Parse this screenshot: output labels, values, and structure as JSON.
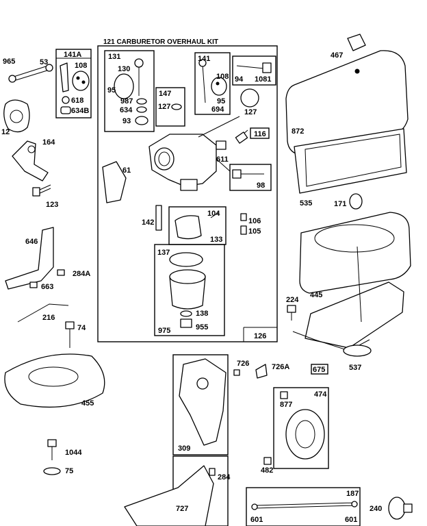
{
  "kit_title": "121 CARBURETOR OVERHAUL KIT",
  "labels": {
    "l965": "965",
    "l53": "53",
    "l141A": "141A",
    "l108a": "108",
    "l618": "618",
    "l634B": "634B",
    "l131": "131",
    "l130": "130",
    "l95a": "95",
    "l987": "987",
    "l634": "634",
    "l93": "93",
    "l147": "147",
    "l127a": "127",
    "l141": "141",
    "l108b": "108",
    "l95b": "95",
    "l694": "694",
    "l94": "94",
    "l1081": "1081",
    "l127b": "127",
    "l116": "116",
    "l611": "611",
    "l61": "61",
    "l98": "98",
    "l467": "467",
    "l872": "872",
    "l12": "12",
    "l164": "164",
    "l123": "123",
    "l142": "142",
    "l104": "104",
    "l106": "106",
    "l105": "105",
    "l133": "133",
    "l137": "137",
    "l138": "138",
    "l955": "955",
    "l975": "975",
    "l126": "126",
    "l535": "535",
    "l171": "171",
    "l646": "646",
    "l284A": "284A",
    "l663": "663",
    "l216": "216",
    "l74": "74",
    "l445": "445",
    "l224": "224",
    "l675": "675",
    "l537": "537",
    "l455": "455",
    "l726": "726",
    "l726A": "726A",
    "l309": "309",
    "l474": "474",
    "l877": "877",
    "l1044": "1044",
    "l75": "75",
    "l482": "482",
    "l284": "284",
    "l727": "727",
    "l187": "187",
    "l601a": "601",
    "l601b": "601",
    "l240": "240"
  }
}
